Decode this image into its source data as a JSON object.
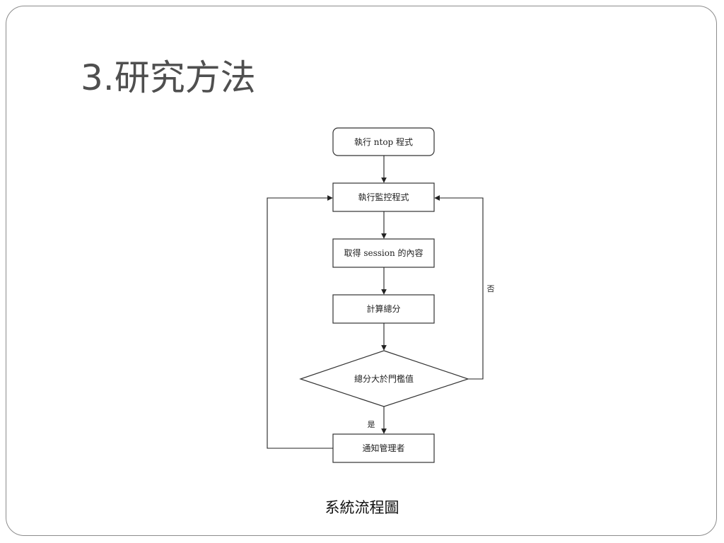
{
  "slide": {
    "title": "3.研究方法",
    "caption": "系統流程圖"
  },
  "flowchart": {
    "nodes": {
      "start": "執行 ntop 程式",
      "monitor": "執行監控程式",
      "get_session": "取得 session 的內容",
      "compute": "計算總分",
      "decision": "總分大於門檻值",
      "notify": "通知管理者"
    },
    "edges": {
      "no_label": "否",
      "yes_label": "是"
    }
  }
}
